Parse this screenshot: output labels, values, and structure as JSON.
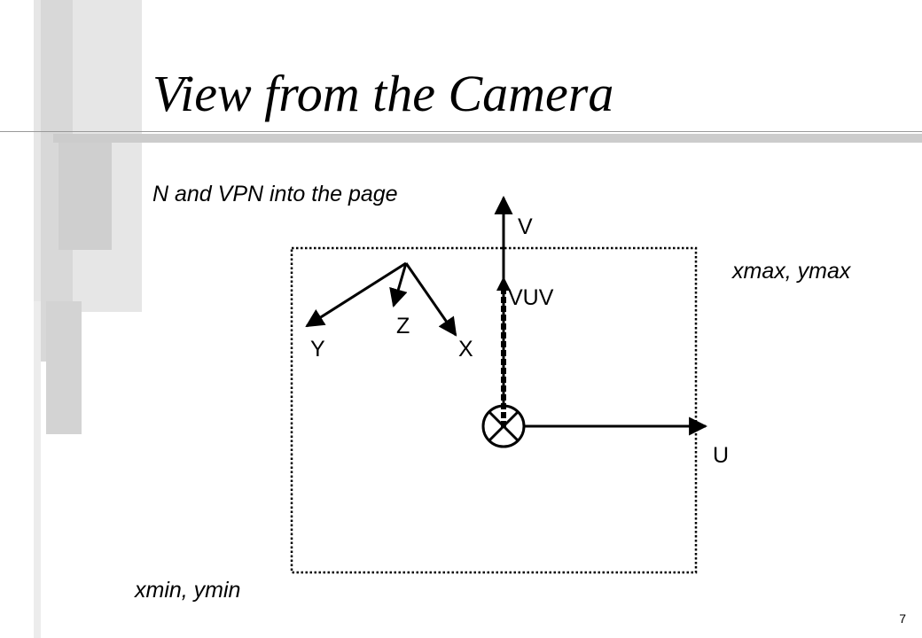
{
  "slide": {
    "title": "View from the Camera",
    "page_number": "7"
  },
  "diagram": {
    "caption": "N and VPN into the page",
    "labels": {
      "v": "V",
      "u": "U",
      "vuv": "VUV",
      "max_corner": "xmax, ymax",
      "min_corner": "xmin, ymin",
      "x": "X",
      "y": "Y",
      "z": "Z"
    }
  },
  "colors": {
    "line": "#000000",
    "bar_light": "#e4e4e4",
    "bar_mid": "#cfcfcf",
    "bar_dark": "#b9b9b9",
    "rule": "#cccccc"
  }
}
